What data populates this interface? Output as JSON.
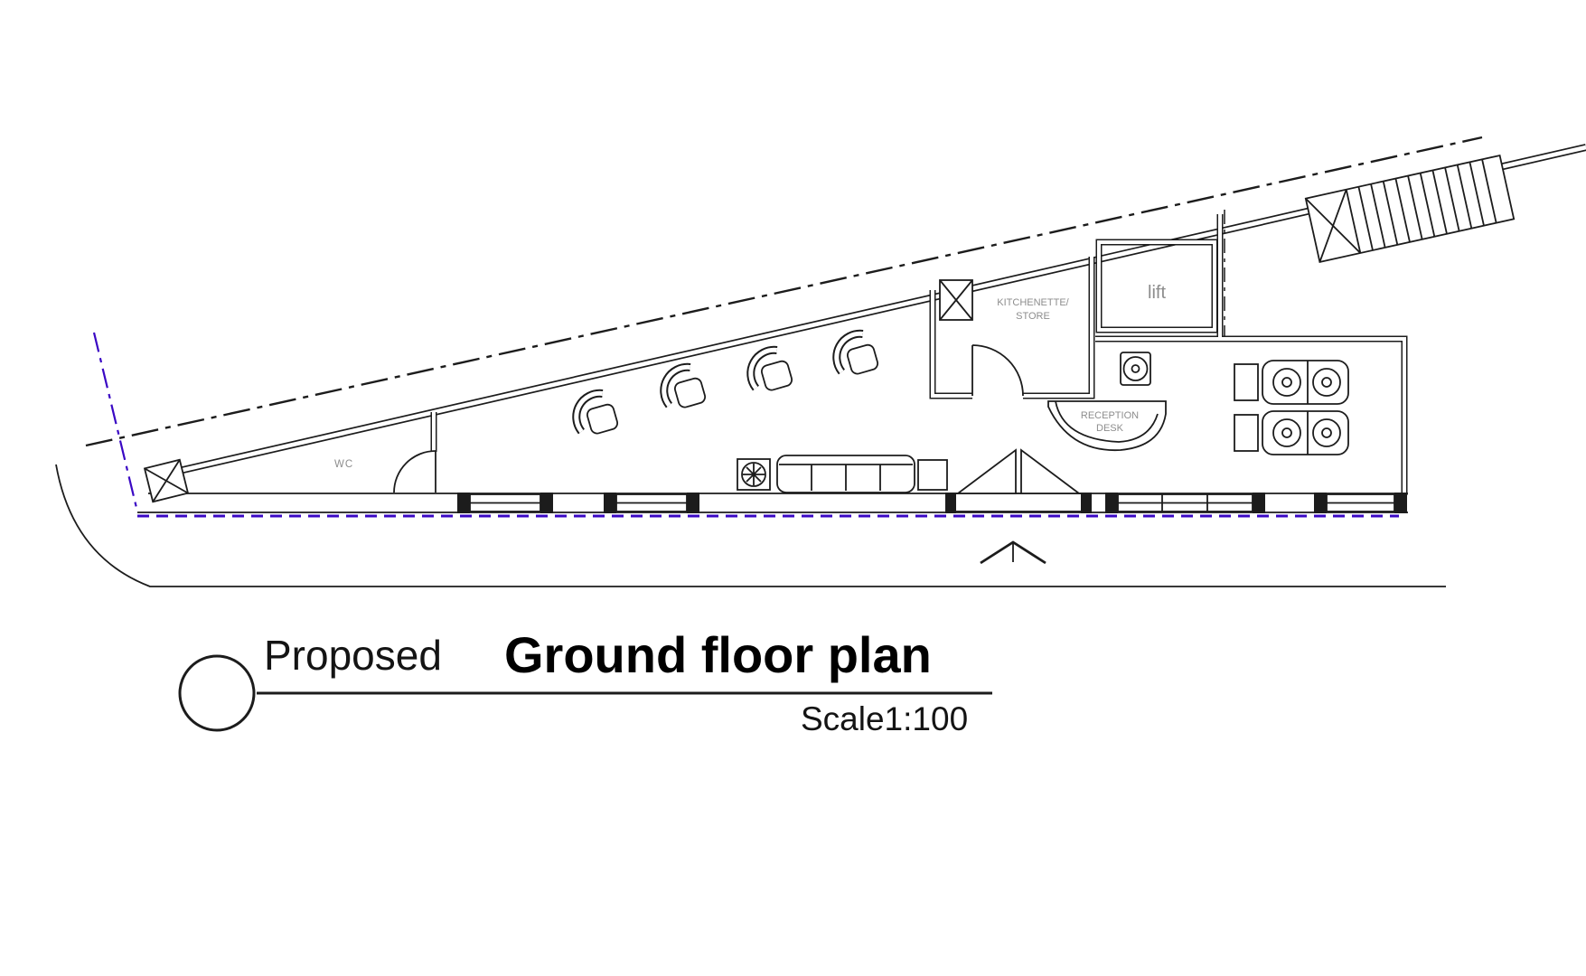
{
  "plan": {
    "rooms": {
      "wc_label": "WC",
      "kitchenette_label_line1": "KITCHENETTE/",
      "kitchenette_label_line2": "STORE",
      "lift_label": "lift",
      "reception_label_line1": "RECEPTION",
      "reception_label_line2": "DESK"
    },
    "colors": {
      "ink": "#1c1c1c",
      "boundary_blue": "#3a08c4",
      "label_gray": "#8d8d8d"
    }
  },
  "title_block": {
    "prefix": "Proposed",
    "title": "Ground floor plan",
    "scale": "Scale1:100"
  }
}
